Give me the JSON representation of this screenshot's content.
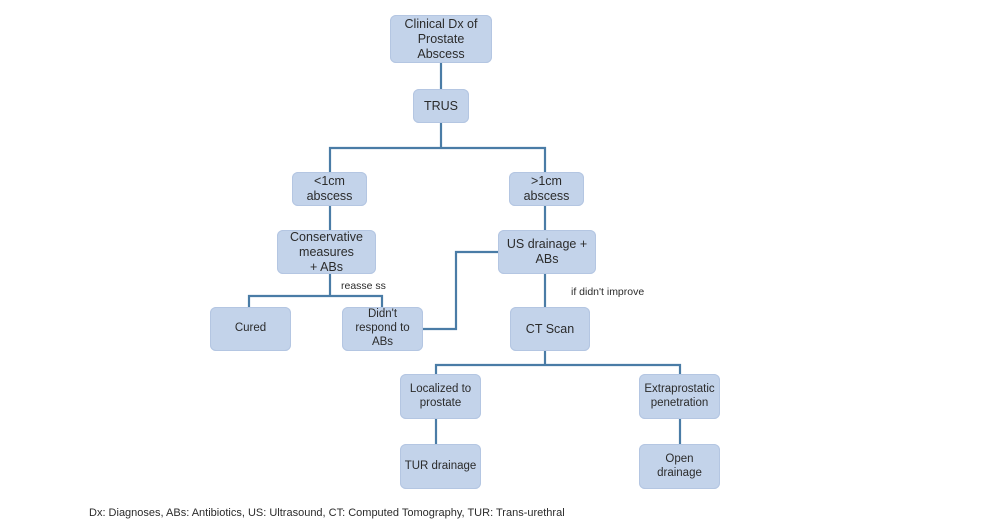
{
  "nodes": {
    "clinical_dx": "Clinical Dx of\nProstate Abscess",
    "trus": "TRUS",
    "lt_1cm": "<1cm\nabscess",
    "gt_1cm": ">1cm\nabscess",
    "conservative": "Conservative\nmeasures\n+ ABs",
    "us_drainage": "US drainage +\nABs",
    "cured": "Cured",
    "didnt_respond": "Didn't\nrespond to\nABs",
    "ct_scan": "CT Scan",
    "localized": "Localized to\nprostate",
    "extraprostatic": "Extraprostatic\npenetration",
    "tur_drainage": "TUR drainage",
    "open_drainage": "Open\ndrainage"
  },
  "edge_labels": {
    "reasse": "reasse ss",
    "if_didnt_improve": "if didn't improve"
  },
  "footnote": "Dx: Diagnoses, ABs: Antibiotics, US: Ultrasound, CT: Computed Tomography, TUR: Trans-urethral",
  "colors": {
    "node_fill": "#c3d3ea",
    "connector": "#4a7ca6"
  }
}
